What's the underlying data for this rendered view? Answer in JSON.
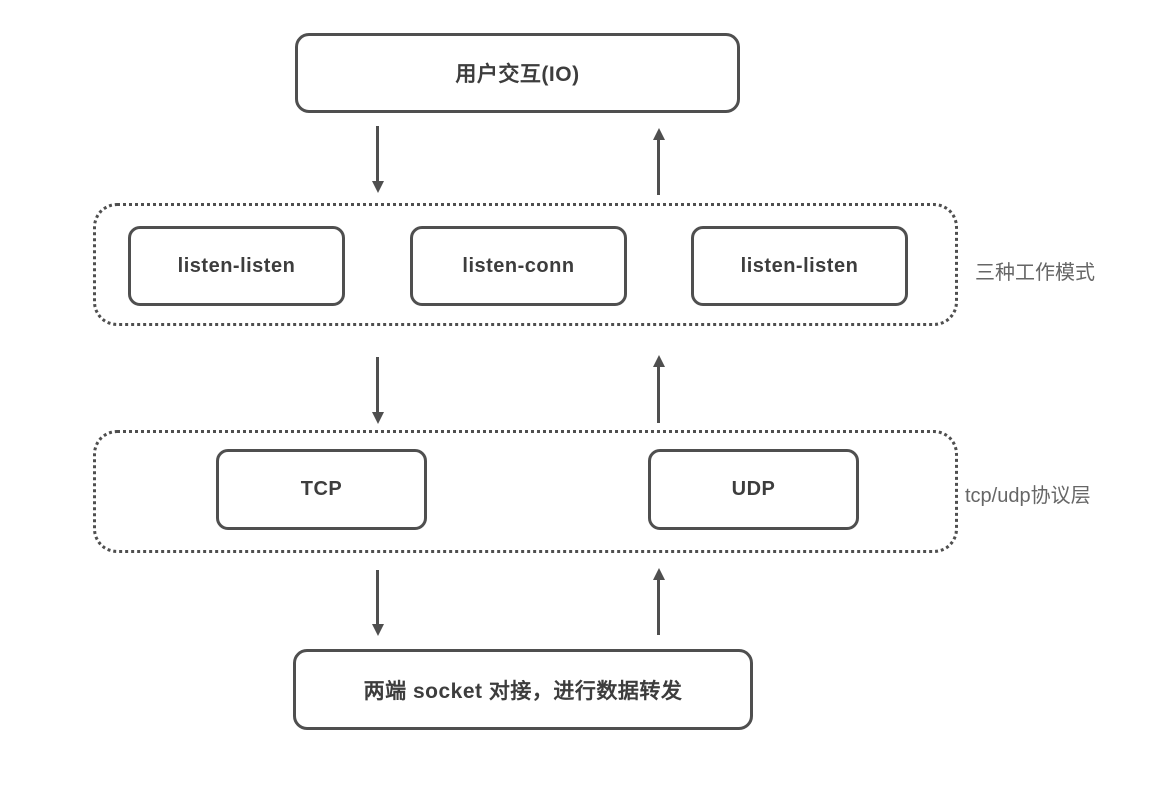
{
  "diagram": {
    "nodes": {
      "user_io": "用户交互(IO)",
      "socket_bridge": "两端 socket 对接，进行数据转发"
    },
    "mode_layer": {
      "label": "三种工作模式",
      "boxes": [
        "listen-listen",
        "listen-conn",
        "listen-listen"
      ]
    },
    "protocol_layer": {
      "label": "tcp/udp协议层",
      "boxes": [
        "TCP",
        "UDP"
      ]
    },
    "colors": {
      "stroke": "#4f4f4f",
      "node_text": "#3d3d3d",
      "side_label_text": "#666666",
      "background": "#ffffff"
    }
  }
}
